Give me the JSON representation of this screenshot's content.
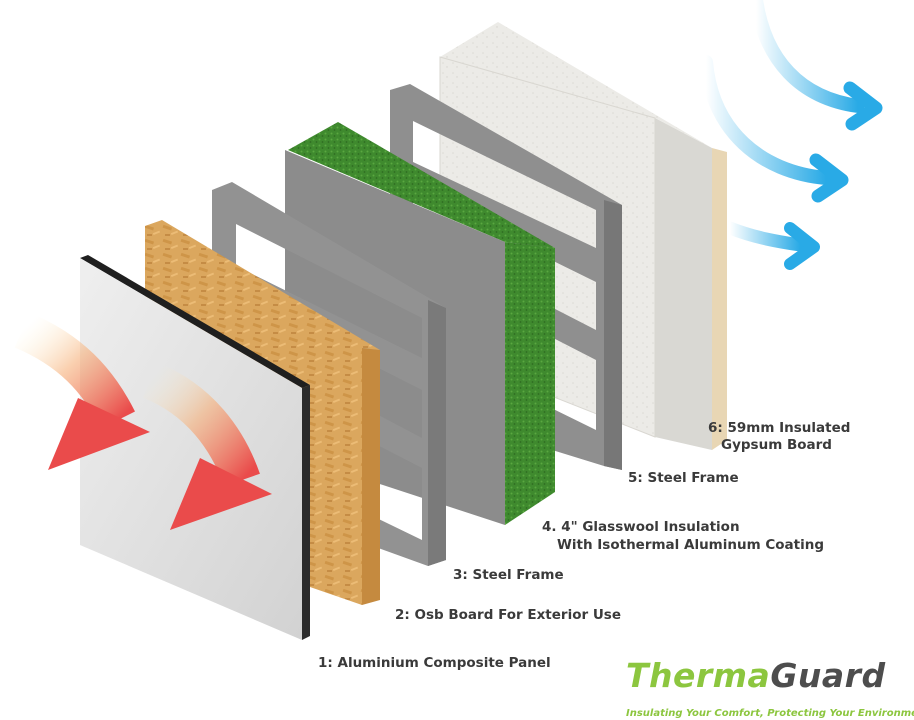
{
  "colors": {
    "frame": "#909090",
    "gypsum": "#ecebe7",
    "glasswool": "#3f8a2e",
    "osb": "#d9a055",
    "panel": "#dedede",
    "heat_arrow": "#ea4b4b",
    "cool_arrow": "#29aae6",
    "brand_green": "#8cc63f",
    "brand_gray": "#4d4d4d"
  },
  "labels": {
    "layer1": "1: Aluminium Composite Panel",
    "layer2": "2: Osb Board For Exterior Use",
    "layer3": "3: Steel Frame",
    "layer4_line1": "4. 4\" Glasswool Insulation",
    "layer4_line2": "With Isothermal Aluminum Coating",
    "layer5": "5: Steel Frame",
    "layer6_line1": "6: 59mm Insulated",
    "layer6_line2": "Gypsum Board"
  },
  "logo": {
    "part1": "Therma",
    "part2": "Guard",
    "tagline": "Insulating Your Comfort, Protecting Your Environment"
  }
}
